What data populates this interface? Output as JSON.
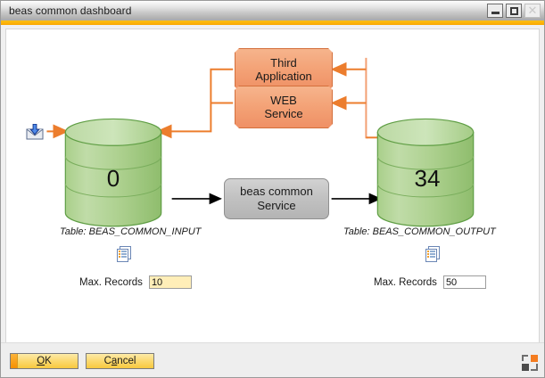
{
  "window": {
    "title": "beas common dashboard",
    "controls": [
      {
        "name": "minimize",
        "glyph": "minimize-icon",
        "enabled": true
      },
      {
        "name": "maximize",
        "glyph": "maximize-icon",
        "enabled": true
      },
      {
        "name": "close",
        "glyph": "close-icon",
        "enabled": false
      }
    ],
    "accent_color": "#f9a800"
  },
  "diagram": {
    "nodes": {
      "third_application": {
        "label": "Third\nApplication",
        "line1": "Third",
        "line2": "Application",
        "color": "#f3a074"
      },
      "web_service": {
        "label": "WEB\nService",
        "line1": "WEB",
        "line2": "Service",
        "color": "#f3a074"
      },
      "service": {
        "line1": "beas common",
        "line2": "Service",
        "color": "#c2c2c2"
      },
      "input_db": {
        "count": "0",
        "table_label": "Table: BEAS_COMMON_INPUT",
        "color": "#9fc97f"
      },
      "output_db": {
        "count": "34",
        "table_label": "Table: BEAS_COMMON_OUTPUT",
        "color": "#9fc97f"
      }
    },
    "icons": {
      "import": "import-icon",
      "input_document": "document-list-icon",
      "output_document": "document-list-icon"
    },
    "connector_colors": {
      "orange": "#ec7d2d",
      "black": "#000000"
    }
  },
  "fields": {
    "input_max_records": {
      "label": "Max. Records",
      "value": "10",
      "focused": true
    },
    "output_max_records": {
      "label": "Max. Records",
      "value": "50",
      "focused": false
    }
  },
  "footer": {
    "ok": {
      "pre": "",
      "mnemonic": "O",
      "post": "K",
      "full": "OK",
      "is_default": true
    },
    "cancel": {
      "pre": "C",
      "mnemonic": "a",
      "post": "ncel",
      "full": "Cancel",
      "is_default": false
    },
    "resize_grip": "resize-grip-icon"
  }
}
